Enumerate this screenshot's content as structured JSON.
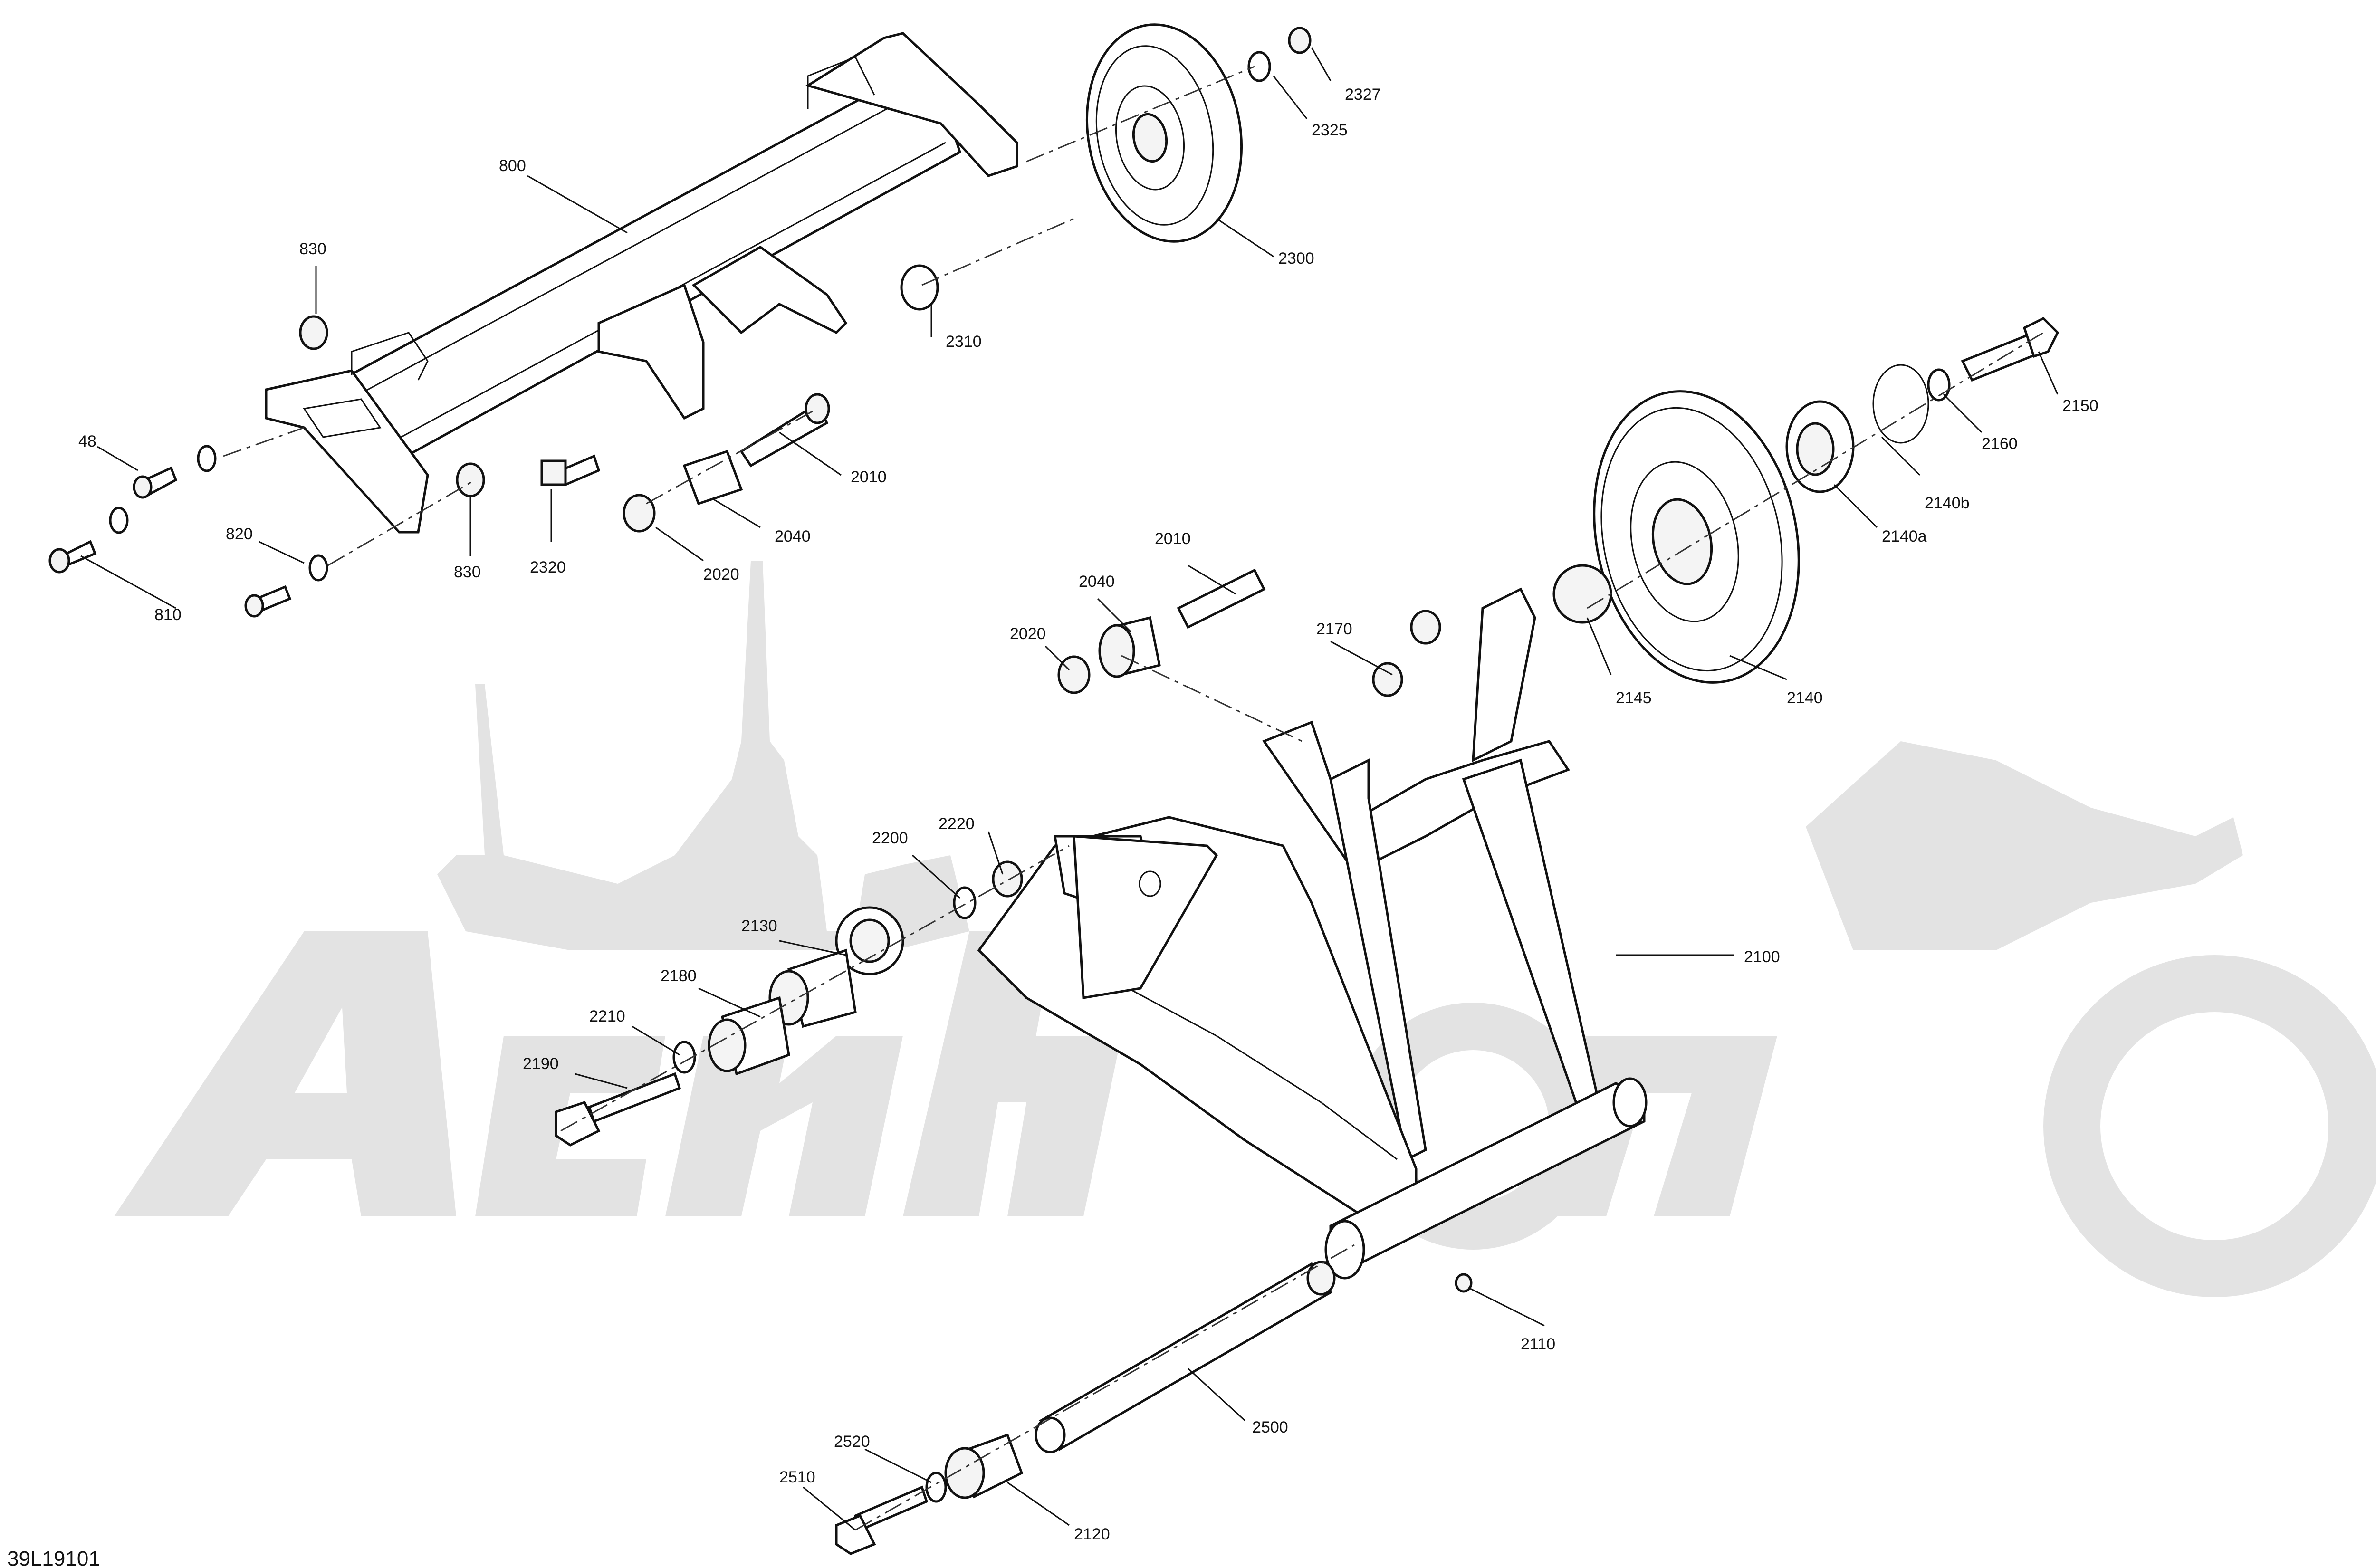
{
  "diagram": {
    "id": "39L19101",
    "callouts": [
      {
        "key": "800",
        "text": "800"
      },
      {
        "key": "830a",
        "text": "830"
      },
      {
        "key": "48",
        "text": "48"
      },
      {
        "key": "820",
        "text": "820"
      },
      {
        "key": "830b",
        "text": "830"
      },
      {
        "key": "810",
        "text": "810"
      },
      {
        "key": "2320",
        "text": "2320"
      },
      {
        "key": "2020a",
        "text": "2020"
      },
      {
        "key": "2040a",
        "text": "2040"
      },
      {
        "key": "2010a",
        "text": "2010"
      },
      {
        "key": "2310",
        "text": "2310"
      },
      {
        "key": "2300",
        "text": "2300"
      },
      {
        "key": "2325",
        "text": "2325"
      },
      {
        "key": "2327",
        "text": "2327"
      },
      {
        "key": "2150",
        "text": "2150"
      },
      {
        "key": "2160",
        "text": "2160"
      },
      {
        "key": "2140b",
        "text": "2140b"
      },
      {
        "key": "2140a",
        "text": "2140a"
      },
      {
        "key": "2140",
        "text": "2140"
      },
      {
        "key": "2145",
        "text": "2145"
      },
      {
        "key": "2170",
        "text": "2170"
      },
      {
        "key": "2010b",
        "text": "2010"
      },
      {
        "key": "2040b",
        "text": "2040"
      },
      {
        "key": "2020b",
        "text": "2020"
      },
      {
        "key": "2220",
        "text": "2220"
      },
      {
        "key": "2200",
        "text": "2200"
      },
      {
        "key": "2130",
        "text": "2130"
      },
      {
        "key": "2180",
        "text": "2180"
      },
      {
        "key": "2210",
        "text": "2210"
      },
      {
        "key": "2190",
        "text": "2190"
      },
      {
        "key": "2100",
        "text": "2100"
      },
      {
        "key": "2110",
        "text": "2110"
      },
      {
        "key": "2500",
        "text": "2500"
      },
      {
        "key": "2520",
        "text": "2520"
      },
      {
        "key": "2510",
        "text": "2510"
      },
      {
        "key": "2120",
        "text": "2120"
      }
    ]
  },
  "watermark": {
    "logo": "Acm ... mo watermark"
  },
  "colors": {
    "line": "#111111",
    "watermark": "#e3e3e3",
    "background": "#ffffff"
  }
}
